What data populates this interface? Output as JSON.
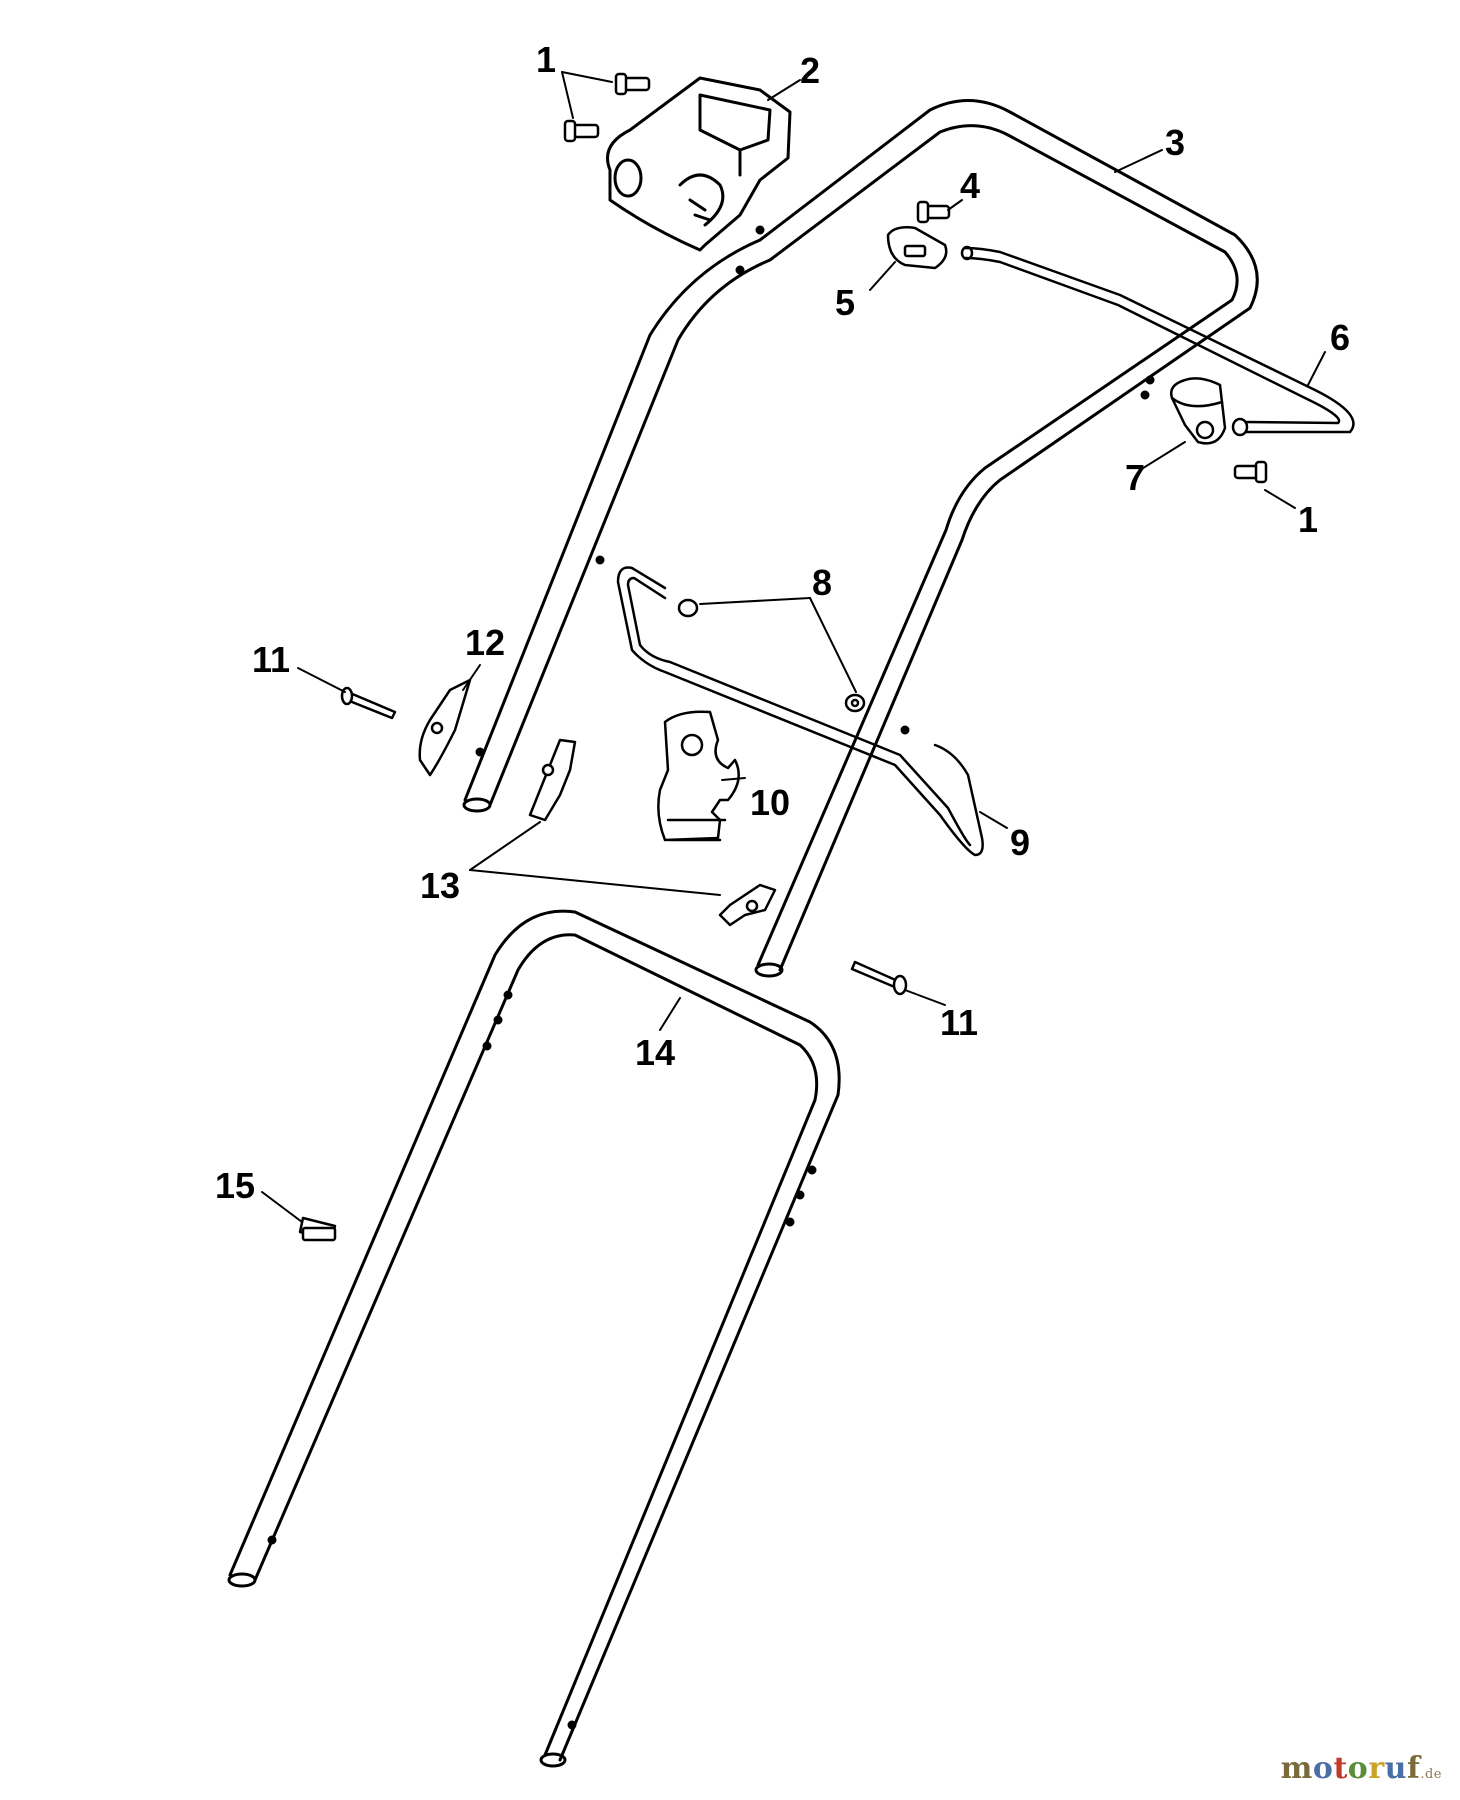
{
  "callouts": [
    {
      "id": "c1a",
      "label": "1"
    },
    {
      "id": "c2",
      "label": "2"
    },
    {
      "id": "c3",
      "label": "3"
    },
    {
      "id": "c4",
      "label": "4"
    },
    {
      "id": "c5",
      "label": "5"
    },
    {
      "id": "c6",
      "label": "6"
    },
    {
      "id": "c7",
      "label": "7"
    },
    {
      "id": "c1b",
      "label": "1"
    },
    {
      "id": "c8",
      "label": "8"
    },
    {
      "id": "c11a",
      "label": "11"
    },
    {
      "id": "c12",
      "label": "12"
    },
    {
      "id": "c10",
      "label": "10"
    },
    {
      "id": "c9",
      "label": "9"
    },
    {
      "id": "c13",
      "label": "13"
    },
    {
      "id": "c11b",
      "label": "11"
    },
    {
      "id": "c14",
      "label": "14"
    },
    {
      "id": "c15",
      "label": "15"
    }
  ],
  "watermark": {
    "letters": [
      {
        "ch": "m",
        "color": "#7a6a3a"
      },
      {
        "ch": "o",
        "color": "#4a6fa5"
      },
      {
        "ch": "t",
        "color": "#c0392b"
      },
      {
        "ch": "o",
        "color": "#5b8c3a"
      },
      {
        "ch": "r",
        "color": "#c9a227"
      },
      {
        "ch": "u",
        "color": "#4a6fa5"
      },
      {
        "ch": "f",
        "color": "#7a6a3a"
      }
    ],
    "suffix": ".de"
  },
  "colors": {
    "line": "#000000",
    "fill": "#ffffff",
    "background": "#ffffff"
  }
}
